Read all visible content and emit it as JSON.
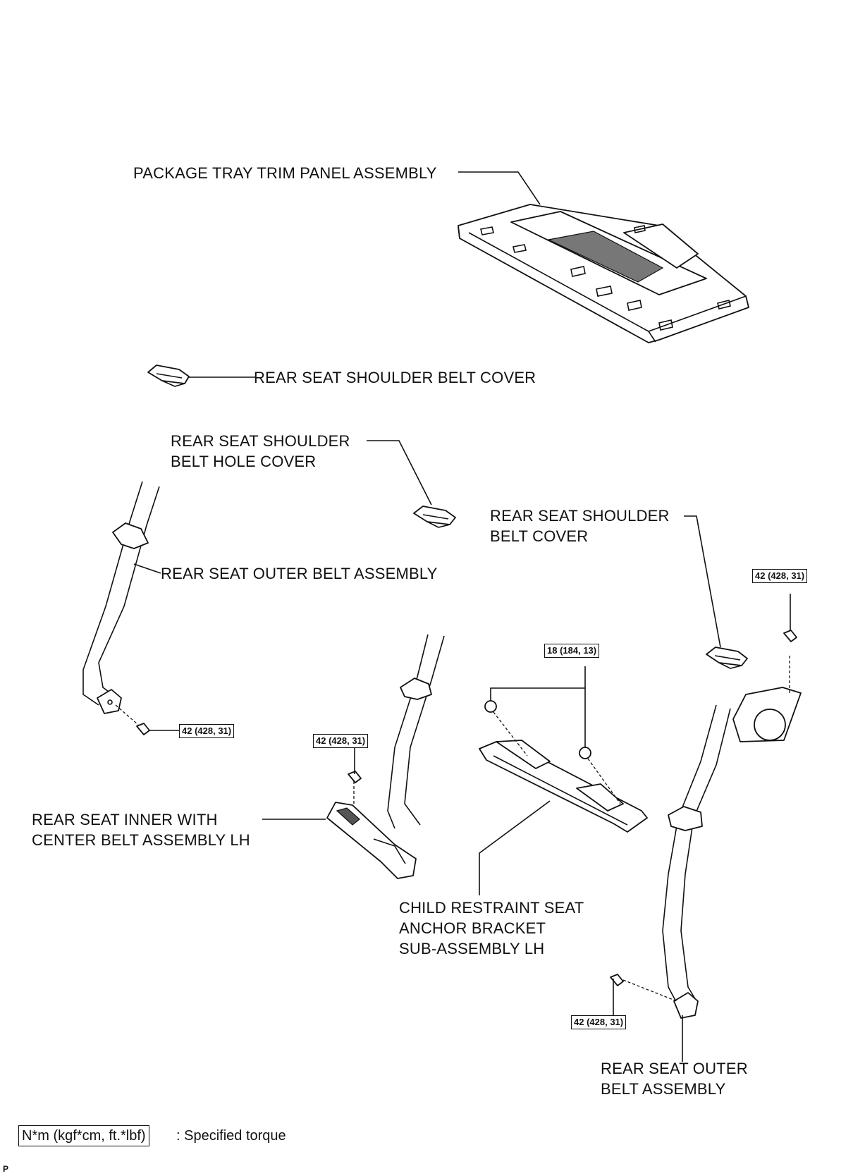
{
  "labels": {
    "package_tray": "PACKAGE TRAY TRIM PANEL ASSEMBLY",
    "shoulder_belt_cover_top": "REAR SEAT SHOULDER BELT COVER",
    "hole_cover_line1": "REAR SEAT SHOULDER",
    "hole_cover_line2": "BELT HOLE COVER",
    "shoulder_belt_cover_right_line1": "REAR SEAT SHOULDER",
    "shoulder_belt_cover_right_line2": "BELT COVER",
    "outer_belt_left": "REAR SEAT OUTER BELT ASSEMBLY",
    "inner_center_line1": "REAR SEAT INNER WITH",
    "inner_center_line2": "CENTER BELT ASSEMBLY LH",
    "child_anchor_line1": "CHILD RESTRAINT SEAT",
    "child_anchor_line2": "ANCHOR BRACKET",
    "child_anchor_line3": "SUB-ASSEMBLY LH",
    "outer_belt_right_line1": "REAR SEAT OUTER",
    "outer_belt_right_line2": "BELT ASSEMBLY"
  },
  "torques": {
    "retractor_bolt": "42 (428, 31)",
    "anchor_nuts": "18 (184, 13)",
    "outer_left_bolt": "42 (428, 31)",
    "inner_center_bolt": "42 (428, 31)",
    "outer_right_bolt": "42 (428, 31)"
  },
  "legend": {
    "box": "N*m (kgf*cm, ft.*lbf)",
    "text": ": Specified torque"
  },
  "corner_mark": "P"
}
